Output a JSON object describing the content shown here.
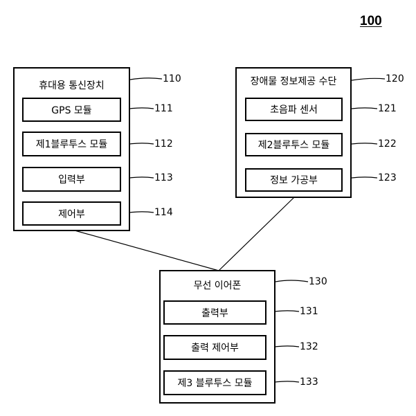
{
  "figure_number": "100",
  "blocks": {
    "portable_device": {
      "title": "휴대용 통신장치",
      "ref": "110",
      "items": [
        {
          "label": "GPS 모듈",
          "ref": "111"
        },
        {
          "label": "제1블루투스 모듈",
          "ref": "112"
        },
        {
          "label": "입력부",
          "ref": "113"
        },
        {
          "label": "제어부",
          "ref": "114"
        }
      ]
    },
    "obstacle_info": {
      "title": "장애물 정보제공 수단",
      "ref": "120",
      "items": [
        {
          "label": "초음파 센서",
          "ref": "121"
        },
        {
          "label": "제2블루투스 모듈",
          "ref": "122"
        },
        {
          "label": "정보 가공부",
          "ref": "123"
        }
      ]
    },
    "wireless_earphone": {
      "title": "무선 이어폰",
      "ref": "130",
      "items": [
        {
          "label": "출력부",
          "ref": "131"
        },
        {
          "label": "출력 제어부",
          "ref": "132"
        },
        {
          "label": "제3 블루투스 모듈",
          "ref": "133"
        }
      ]
    }
  },
  "colors": {
    "line": "#000000",
    "background": "#ffffff"
  }
}
